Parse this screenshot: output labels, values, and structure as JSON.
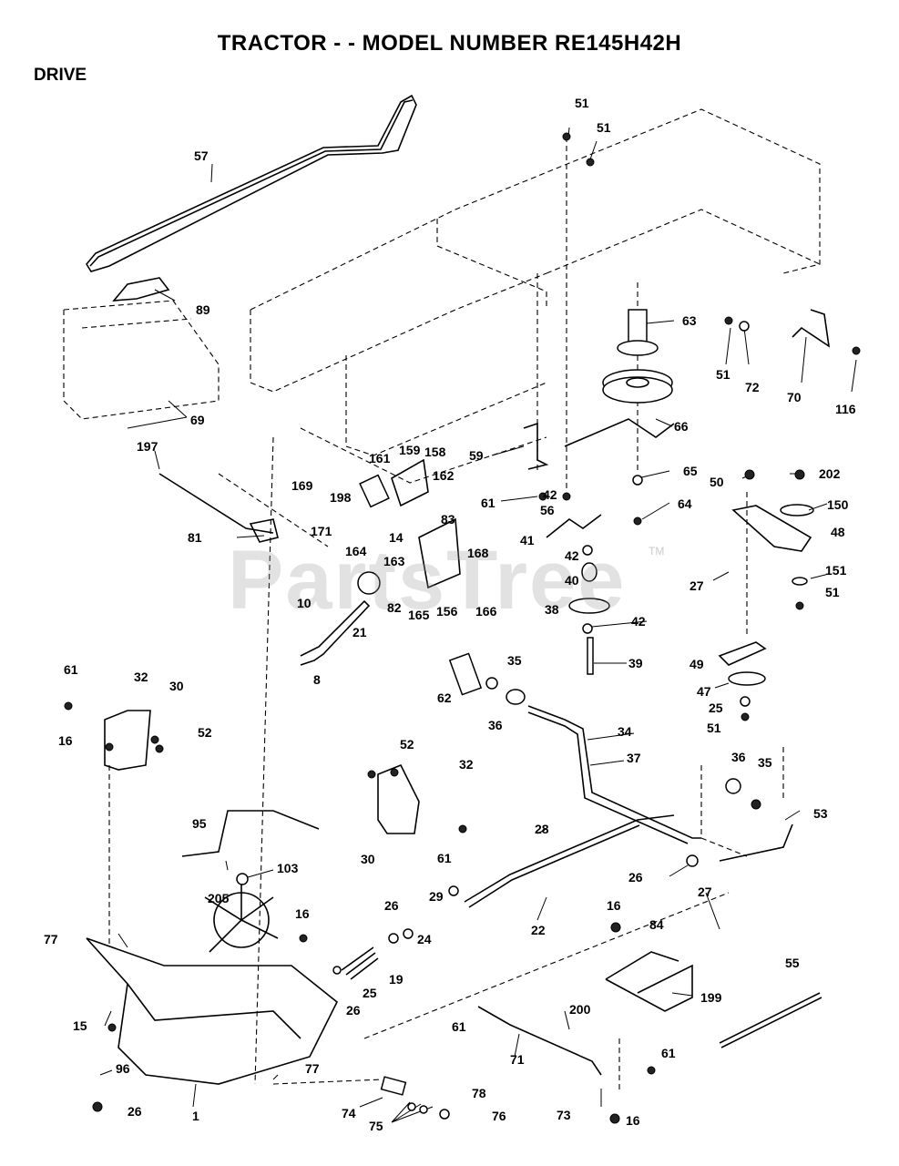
{
  "title": "TRACTOR - - MODEL NUMBER RE145H42H",
  "section": "DRIVE",
  "watermark": "PartsTree",
  "watermark_tm": "TM",
  "callouts": [
    "57",
    "51",
    "51",
    "89",
    "63",
    "51",
    "72",
    "70",
    "116",
    "69",
    "66",
    "197",
    "161",
    "159",
    "158",
    "59",
    "65",
    "50",
    "202",
    "169",
    "162",
    "150",
    "198",
    "42",
    "56",
    "61",
    "64",
    "81",
    "171",
    "14",
    "83",
    "48",
    "164",
    "41",
    "42",
    "168",
    "27",
    "151",
    "163",
    "40",
    "51",
    "10",
    "82",
    "165",
    "156",
    "166",
    "38",
    "21",
    "42",
    "39",
    "49",
    "8",
    "47",
    "62",
    "35",
    "25",
    "36",
    "51",
    "61",
    "32",
    "34",
    "30",
    "37",
    "36",
    "35",
    "52",
    "16",
    "52",
    "32",
    "53",
    "28",
    "95",
    "30",
    "61",
    "26",
    "103",
    "29",
    "27",
    "205",
    "26",
    "22",
    "16",
    "16",
    "84",
    "77",
    "24",
    "55",
    "19",
    "25",
    "26",
    "199",
    "15",
    "200",
    "61",
    "71",
    "61",
    "96",
    "77",
    "78",
    "26",
    "1",
    "74",
    "76",
    "75",
    "73",
    "16"
  ]
}
